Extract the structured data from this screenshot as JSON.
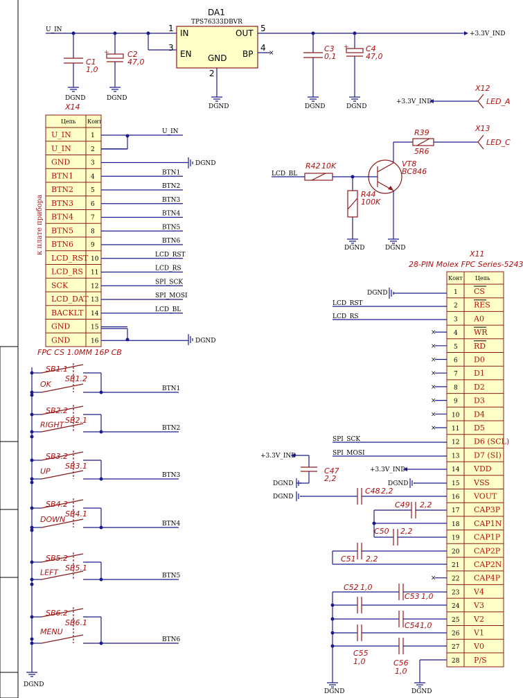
{
  "u1": {
    "ref": "DA1",
    "part": "TPS76333DBVR",
    "pin_in": "IN",
    "pin_en": "EN",
    "pin_gnd": "GND",
    "pin_out": "OUT",
    "pin_bp": "BP",
    "n1": "1",
    "n3": "3",
    "n2": "2",
    "n5": "5",
    "n4": "4"
  },
  "caps_top": [
    {
      "ref": "C1",
      "val": "1,0"
    },
    {
      "ref": "C2",
      "val": "47,0"
    },
    {
      "ref": "C3",
      "val": "0,1"
    },
    {
      "ref": "C4",
      "val": "47,0"
    }
  ],
  "nets": {
    "u_in": "U_IN",
    "v33": "+3.3V_IND",
    "dgnd": "DGND",
    "lcd_bl": "LCD_BL",
    "lcd_rst": "LCD_RST",
    "lcd_rs": "LCD_RS",
    "spi_sck": "SPI_SCK",
    "spi_mosi": "SPI_MOSI"
  },
  "x12": {
    "ref": "X12",
    "label": "LED_A"
  },
  "x13": {
    "ref": "X13",
    "label": "LED_C"
  },
  "r39": {
    "ref": "R39",
    "val": "5R6"
  },
  "r42": {
    "ref": "R42",
    "val": "10K"
  },
  "r44": {
    "ref": "R44",
    "val": "100K"
  },
  "vt8": {
    "ref": "VT8",
    "val": "BC846"
  },
  "x14": {
    "ref": "X14",
    "col_net": "Цепь",
    "col_pin": "Конт",
    "side_label": "к плате прибора",
    "part": "FPC CS 1.0MM 16P CB",
    "rows": [
      {
        "net": "U_IN",
        "pin": "1",
        "wire": "U_IN"
      },
      {
        "net": "U_IN",
        "pin": "2",
        "wire": ""
      },
      {
        "net": "GND",
        "pin": "3",
        "wire": ""
      },
      {
        "net": "BTN1",
        "pin": "4",
        "wire": "BTN1"
      },
      {
        "net": "BTN2",
        "pin": "5",
        "wire": "BTN2"
      },
      {
        "net": "BTN3",
        "pin": "6",
        "wire": "BTN3"
      },
      {
        "net": "BTN4",
        "pin": "7",
        "wire": "BTN4"
      },
      {
        "net": "BTN5",
        "pin": "8",
        "wire": "BTN5"
      },
      {
        "net": "BTN6",
        "pin": "9",
        "wire": "BTN6"
      },
      {
        "net": "LCD_RST",
        "pin": "10",
        "wire": "LCD_RST"
      },
      {
        "net": "LCD_RS",
        "pin": "11",
        "wire": "LCD_RS"
      },
      {
        "net": "SCK",
        "pin": "12",
        "wire": "SPI_SCK"
      },
      {
        "net": "LCD_DAT",
        "pin": "13",
        "wire": "SPI_MOSI"
      },
      {
        "net": "BACKLT",
        "pin": "14",
        "wire": "LCD_BL"
      },
      {
        "net": "GND",
        "pin": "15",
        "wire": ""
      },
      {
        "net": "GND",
        "pin": "16",
        "wire": ""
      }
    ]
  },
  "buttons": [
    {
      "a": "SB1.1",
      "b": "SB1.2",
      "label": "OK",
      "net": "BTN1"
    },
    {
      "a": "SB2.2",
      "b": "SB2.1",
      "label": "RIGHT",
      "net": "BTN2"
    },
    {
      "a": "SB3.2",
      "b": "SB3.1",
      "label": "UP",
      "net": "BTN3"
    },
    {
      "a": "SB4.2",
      "b": "SB4.1",
      "label": "DOWN",
      "net": "BTN4"
    },
    {
      "a": "SB5.2",
      "b": "SB5.1",
      "label": "LEFT",
      "net": "BTN5"
    },
    {
      "a": "SB6.2",
      "b": "SB6.1",
      "label": "MENU",
      "net": "BTN6"
    }
  ],
  "x11": {
    "ref": "X11",
    "part": "28-PIN Molex FPC Series-52437",
    "col_pin": "Конт",
    "col_net": "Цепь",
    "rows": [
      {
        "pin": "1",
        "net": "CS"
      },
      {
        "pin": "2",
        "net": "RES"
      },
      {
        "pin": "3",
        "net": "A0"
      },
      {
        "pin": "4",
        "net": "WR"
      },
      {
        "pin": "5",
        "net": "RD"
      },
      {
        "pin": "6",
        "net": "D0"
      },
      {
        "pin": "7",
        "net": "D1"
      },
      {
        "pin": "8",
        "net": "D2"
      },
      {
        "pin": "9",
        "net": "D3"
      },
      {
        "pin": "10",
        "net": "D4"
      },
      {
        "pin": "11",
        "net": "D5"
      },
      {
        "pin": "12",
        "net": "D6 (SCL)"
      },
      {
        "pin": "13",
        "net": "D7 (SI)"
      },
      {
        "pin": "14",
        "net": "VDD"
      },
      {
        "pin": "15",
        "net": "VSS"
      },
      {
        "pin": "16",
        "net": "VOUT"
      },
      {
        "pin": "17",
        "net": "CAP3P"
      },
      {
        "pin": "18",
        "net": "CAP1N"
      },
      {
        "pin": "19",
        "net": "CAP1P"
      },
      {
        "pin": "20",
        "net": "CAP2P"
      },
      {
        "pin": "21",
        "net": "CAP2N"
      },
      {
        "pin": "22",
        "net": "CAP4P"
      },
      {
        "pin": "23",
        "net": "V4"
      },
      {
        "pin": "24",
        "net": "V3"
      },
      {
        "pin": "25",
        "net": "V2"
      },
      {
        "pin": "26",
        "net": "V1"
      },
      {
        "pin": "27",
        "net": "V0"
      },
      {
        "pin": "28",
        "net": "P/S"
      }
    ]
  },
  "caps_lcd": [
    {
      "ref": "C47",
      "val": "2,2"
    },
    {
      "ref": "C48",
      "val": "2,2"
    },
    {
      "ref": "C49",
      "val": "2,2"
    },
    {
      "ref": "C50",
      "val": "2,2"
    },
    {
      "ref": "C51",
      "val": "2,2"
    },
    {
      "ref": "C52",
      "val": "1,0"
    },
    {
      "ref": "C53",
      "val": "1,0"
    },
    {
      "ref": "C54",
      "val": "1,0"
    },
    {
      "ref": "C55",
      "val": "1,0"
    },
    {
      "ref": "C56",
      "val": "1,0"
    }
  ]
}
